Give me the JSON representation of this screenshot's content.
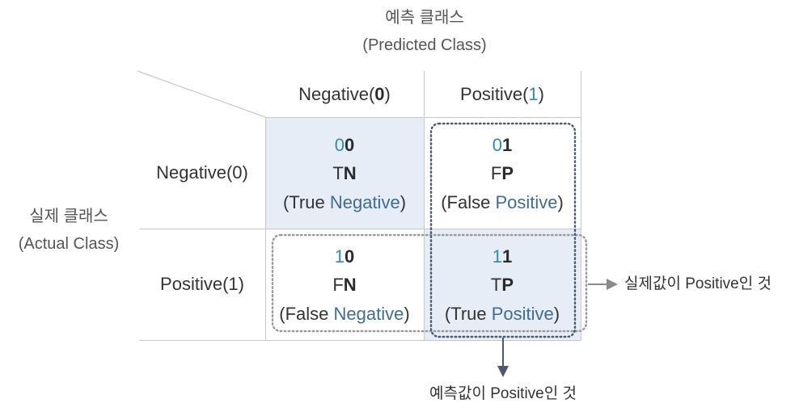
{
  "predicted_axis": {
    "title_ko": "예측 클래스",
    "title_en": "(Predicted Class)"
  },
  "actual_axis": {
    "title_ko": "실제 클래스",
    "title_en": "(Actual Class)"
  },
  "columns": [
    {
      "prefix": "Negative",
      "paren_open": "(",
      "digit": "0",
      "paren_close": ")"
    },
    {
      "prefix": "Positive",
      "paren_open": "(",
      "digit": "1",
      "paren_close": ")"
    }
  ],
  "rows": [
    {
      "label": "Negative(0)"
    },
    {
      "label": "Positive(1)"
    }
  ],
  "cells": {
    "tn": {
      "code_actual": "0",
      "code_pred": "0",
      "abbr_first": "T",
      "abbr_second": "N",
      "desc_open": "(True ",
      "desc_word": "Negative",
      "desc_close": ")"
    },
    "fp": {
      "code_actual": "0",
      "code_pred": "1",
      "abbr_first": "F",
      "abbr_second": "P",
      "desc_open": "(False ",
      "desc_word": "Positive",
      "desc_close": ")"
    },
    "fn": {
      "code_actual": "1",
      "code_pred": "0",
      "abbr_first": "F",
      "abbr_second": "N",
      "desc_open": "(False ",
      "desc_word": "Negative",
      "desc_close": ")"
    },
    "tp": {
      "code_actual": "1",
      "code_pred": "1",
      "abbr_first": "T",
      "abbr_second": "P",
      "desc_open": "(True ",
      "desc_word": "Positive",
      "desc_close": ")"
    }
  },
  "annotations": {
    "actual_positive": "실제값이 Positive인 것",
    "predicted_positive": "예측값이 Positive인 것"
  },
  "colors": {
    "cell_highlight": "#e6edf7",
    "code_teal": "#2a8cb6",
    "word_blue": "#3f6c95",
    "dotted_dark": "#4a5a6e",
    "dotted_light": "#9a9a9a"
  }
}
